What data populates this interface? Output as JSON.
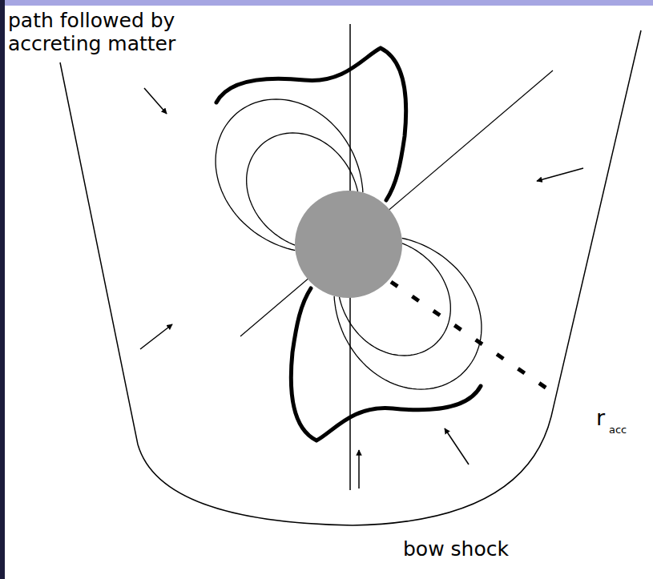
{
  "diagram": {
    "labels": [
      "path followed by accreting matter",
      "r",
      "acc",
      "bow shock"
    ]
  }
}
